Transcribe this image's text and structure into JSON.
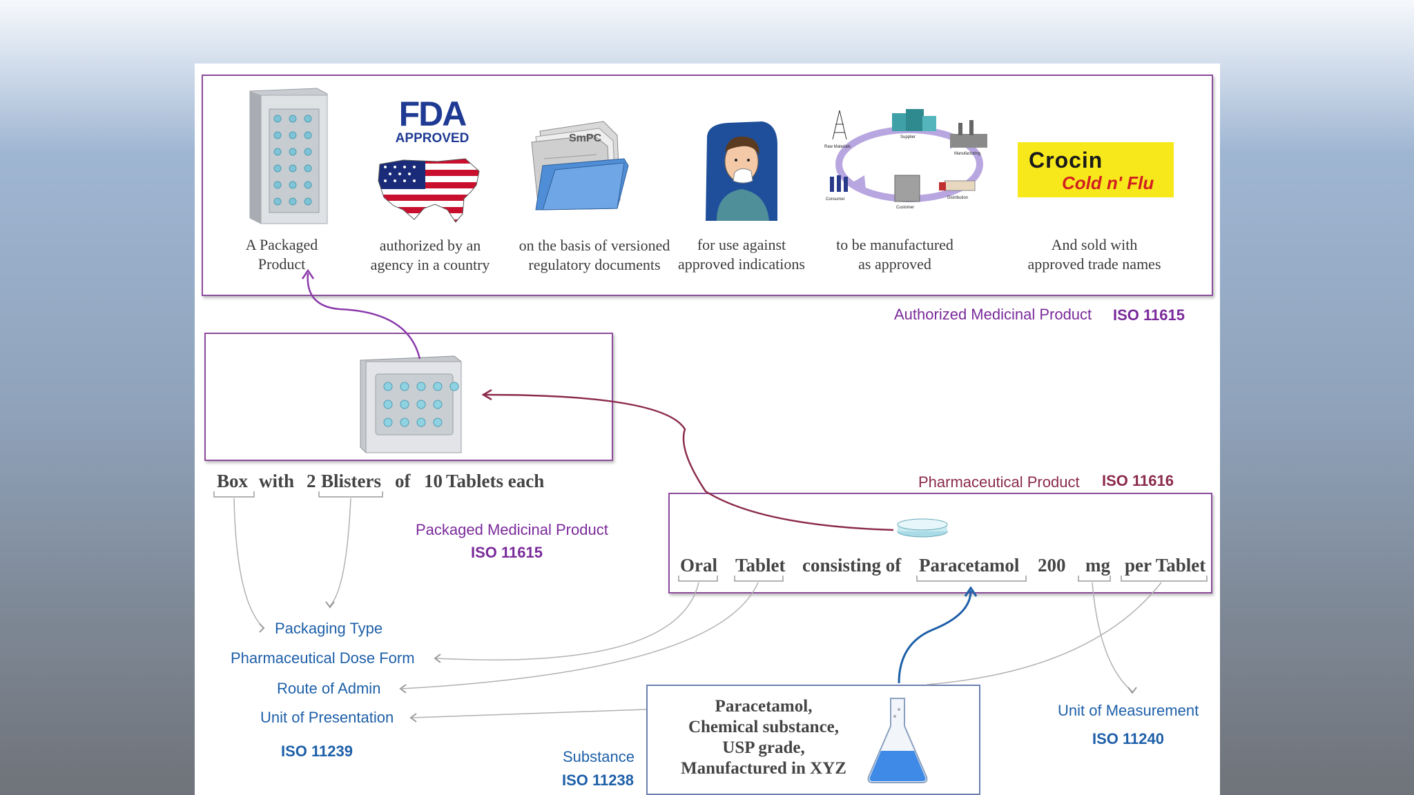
{
  "colors": {
    "box_border": "#8a4a9a",
    "blue_text": "#1d5fa8",
    "purple_text": "#7a2a9a",
    "maroon_text": "#8b2a4a",
    "fda_blue": "#1f3a93",
    "crocin_yellow": "#f7e81c",
    "crocin_red": "#d21f1f"
  },
  "authorized": {
    "panels": [
      {
        "icon": "packaged-product-box-icon",
        "caption": "A Packaged\nProduct"
      },
      {
        "icon": "fda-approved-map-icon",
        "caption": "authorized  by an\nagency in a country",
        "logo_text": "FDA",
        "logo_sub": "APPROVED"
      },
      {
        "icon": "smpc-folder-icon",
        "caption": "on the basis of versioned\nregulatory documents",
        "tab_text": "SmPC"
      },
      {
        "icon": "sick-person-icon",
        "caption": "for use against\napproved indications"
      },
      {
        "icon": "supply-chain-cycle-icon",
        "caption": "to be manufactured\nas approved"
      },
      {
        "icon": "crocin-logo-icon",
        "caption": "And sold with\napproved trade names",
        "logo_line1": "Crocin",
        "logo_line2": "Cold n' Flu"
      }
    ],
    "title": "Authorized Medicinal Product",
    "iso": "ISO 11615"
  },
  "packaged": {
    "words": {
      "box": "Box",
      "with": "with",
      "count": "2",
      "blisters": "Blisters",
      "of": "of",
      "num": "10",
      "tablets": "Tablets each"
    },
    "title": "Packaged Medicinal Product",
    "iso": "ISO 11615"
  },
  "pharmaceutical": {
    "title": "Pharmaceutical Product",
    "iso": "ISO 11616",
    "words": {
      "oral": "Oral",
      "tablet": "Tablet",
      "consisting": "consisting of",
      "paracetamol": "Paracetamol",
      "amount": "200",
      "unit": "mg",
      "per": "per Tablet"
    }
  },
  "iso11239": {
    "items": [
      "Packaging Type",
      "Pharmaceutical Dose Form",
      "Route of Admin",
      "Unit of Presentation"
    ],
    "iso": "ISO 11239"
  },
  "substance": {
    "lines": [
      "Paracetamol,",
      "Chemical substance,",
      "USP grade,",
      "Manufactured in XYZ"
    ],
    "title": "Substance",
    "iso": "ISO 11238"
  },
  "measurement": {
    "title": "Unit of Measurement",
    "iso": "ISO 11240"
  }
}
